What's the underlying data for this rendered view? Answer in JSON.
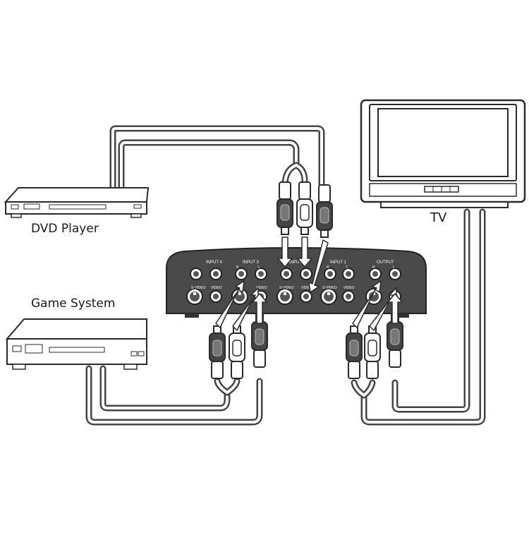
{
  "devices": {
    "dvd_player": "DVD Player",
    "game_system": "Game System",
    "tv": "TV"
  },
  "switch_panel": {
    "input_4": "INPUT 4",
    "input_3": "INPUT 3",
    "input_2": "INPUT 2",
    "input_1": "INPUT 1",
    "output": "OUTPUT",
    "r": "R",
    "l": "L",
    "s_video": "S-VIDEO",
    "video": "VIDEO"
  },
  "colors": {
    "cable": "#4a4a4a",
    "panel": "#3c3c3c",
    "arrow": "#ffffff",
    "outline": "#2a2a2a"
  }
}
